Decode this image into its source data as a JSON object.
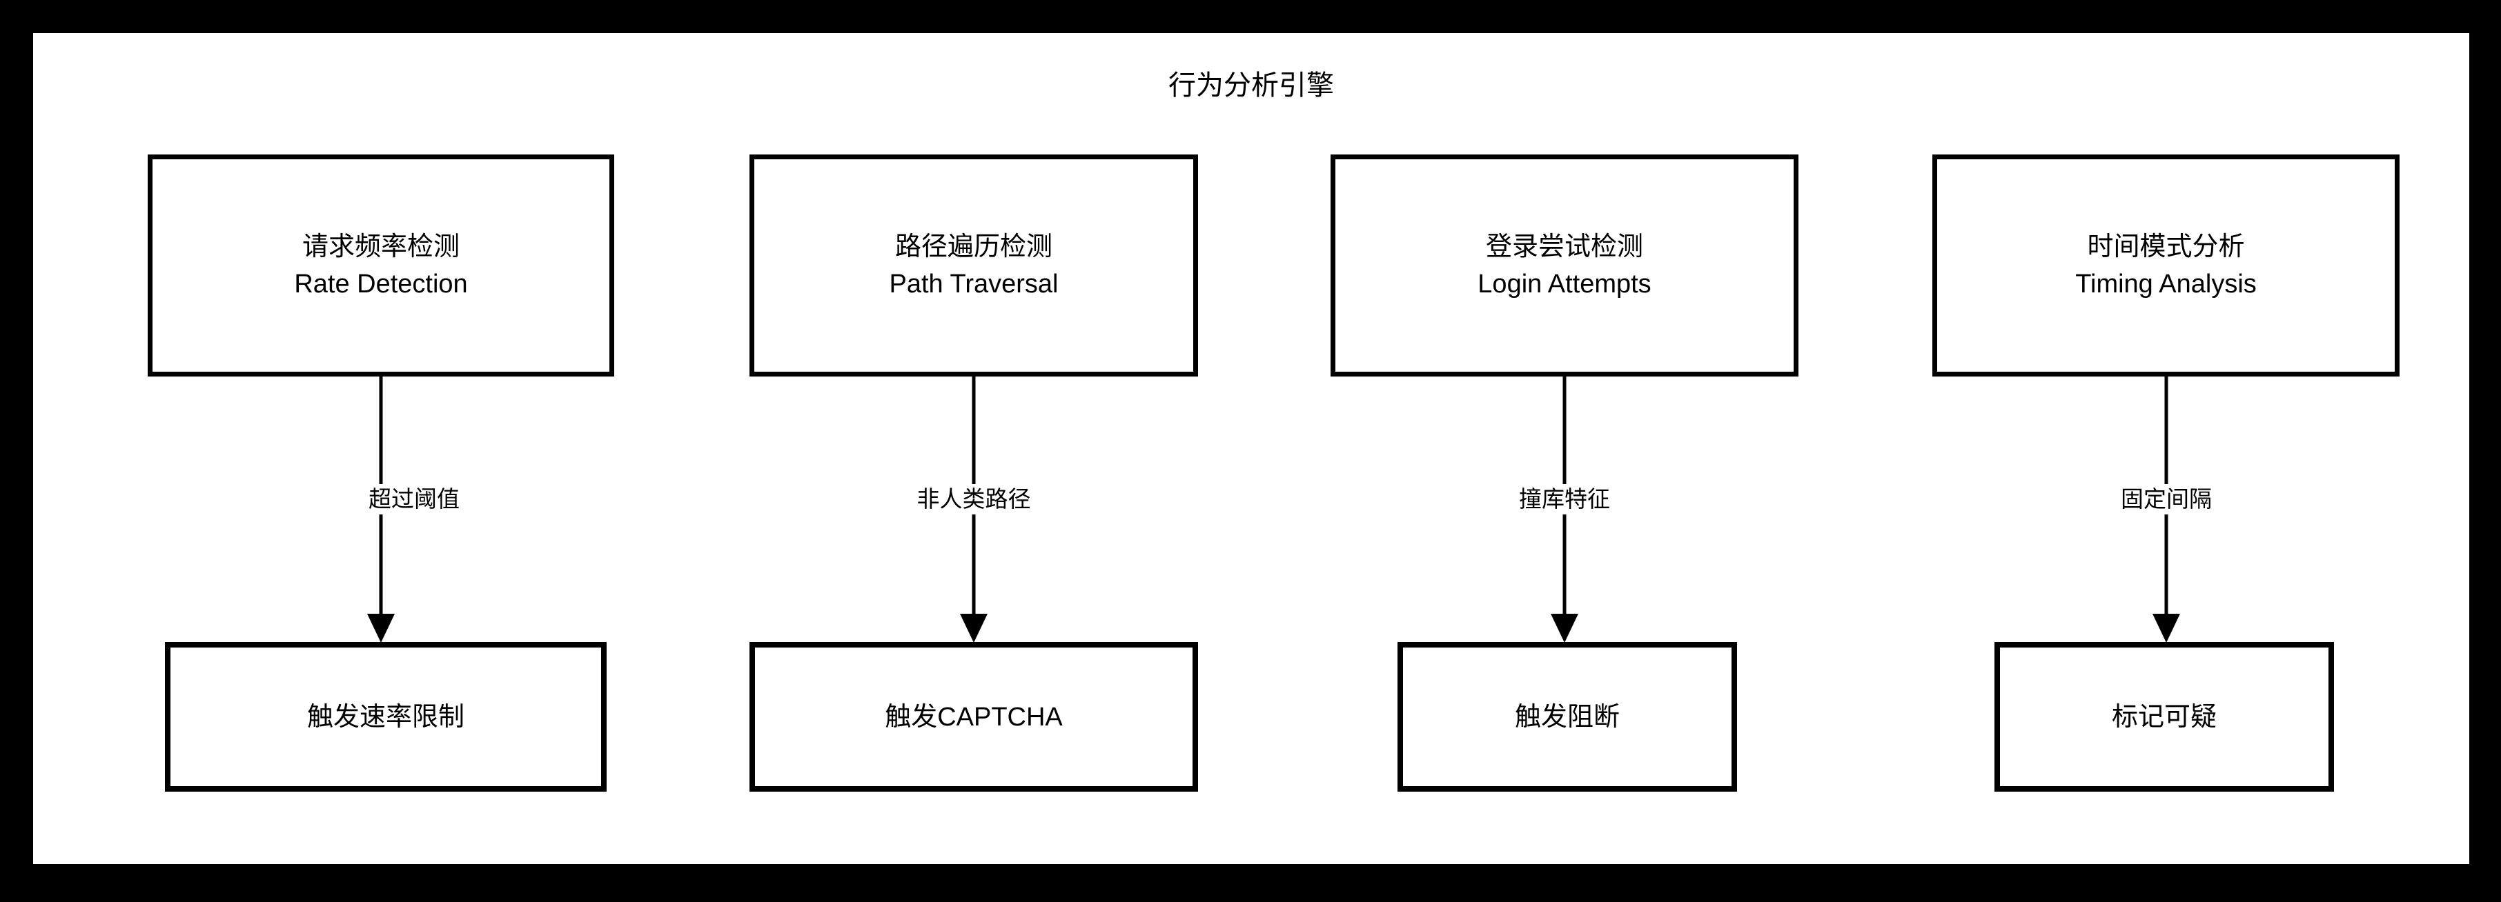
{
  "diagram": {
    "title": "行为分析引擎",
    "type": "flowchart",
    "background_color": "#ffffff",
    "frame_color": "#000000",
    "line_color": "#000000",
    "text_color": "#000000",
    "columns": [
      {
        "detector": {
          "cn": "请求频率检测",
          "en": "Rate Detection"
        },
        "edge_label": "超过阈值",
        "action": {
          "cn": "触发速率限制"
        }
      },
      {
        "detector": {
          "cn": "路径遍历检测",
          "en": "Path Traversal"
        },
        "edge_label": "非人类路径",
        "action": {
          "cn": "触发CAPTCHA"
        }
      },
      {
        "detector": {
          "cn": "登录尝试检测",
          "en": "Login Attempts"
        },
        "edge_label": "撞库特征",
        "action": {
          "cn": "触发阻断"
        }
      },
      {
        "detector": {
          "cn": "时间模式分析",
          "en": "Timing Analysis"
        },
        "edge_label": "固定间隔",
        "action": {
          "cn": "标记可疑"
        }
      }
    ]
  }
}
